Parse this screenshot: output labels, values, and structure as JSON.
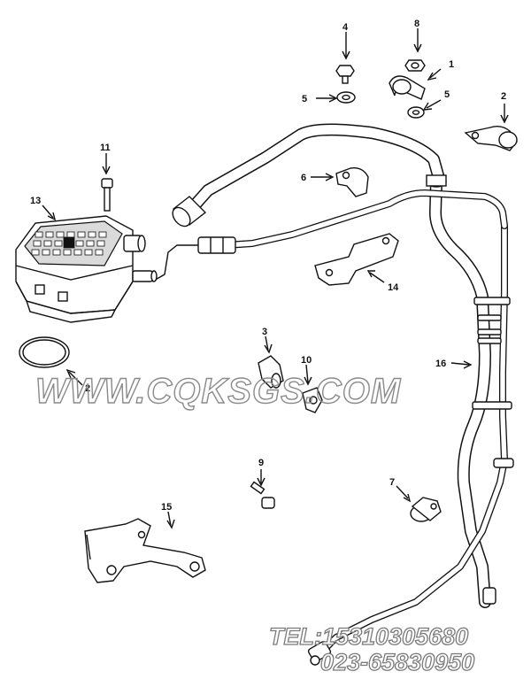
{
  "diagram": {
    "callouts": {
      "c1": "1",
      "c2a": "2",
      "c2b": "2",
      "c3": "3",
      "c4": "4",
      "c5a": "5",
      "c5b": "5",
      "c6": "6",
      "c7": "7",
      "c8": "8",
      "c9": "9",
      "c10": "10",
      "c11": "11",
      "c13": "13",
      "c14": "14",
      "c15": "15",
      "c16": "16"
    },
    "watermark": {
      "site": "WWW.CQKSGS.COM",
      "tel": "TEL:15310305680",
      "phone": "023-65830950"
    },
    "colors": {
      "ink": "#111111",
      "watermark": "#b8b8b8",
      "fill": "#ffffff"
    }
  }
}
